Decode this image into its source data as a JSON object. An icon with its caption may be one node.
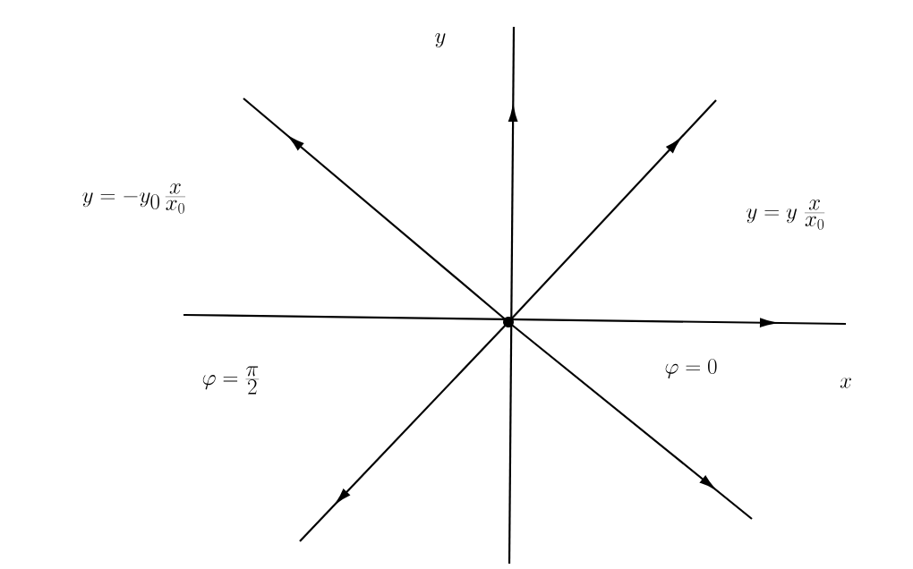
{
  "diagram": {
    "labels": [
      "y",
      "y=-y_0\\,\\frac{x}{x_0}",
      "y=y\\;\\frac{x}{x_0}",
      "\\varphi=\\frac{\\pi}{2}",
      "\\varphi=0",
      "x"
    ]
  }
}
